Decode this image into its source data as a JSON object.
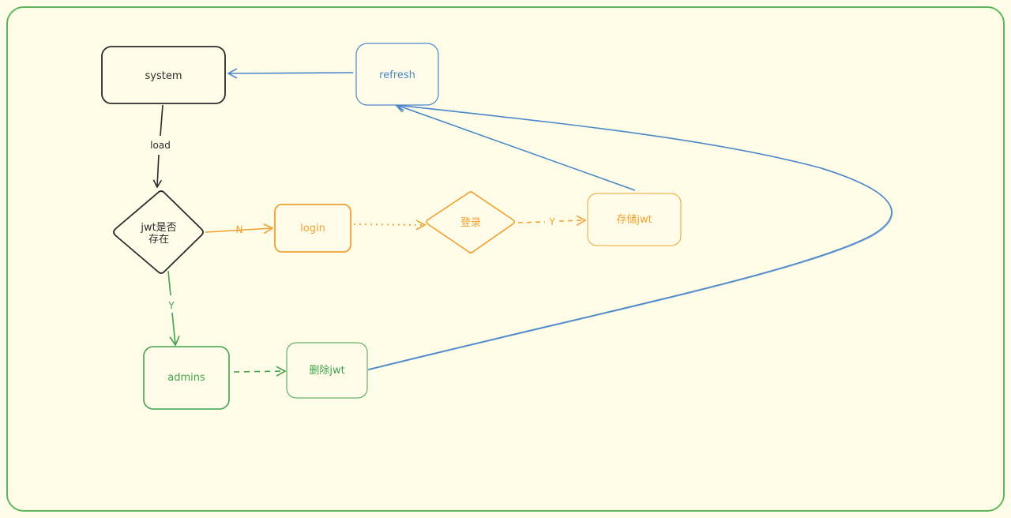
{
  "nodes": {
    "system": {
      "label": "system"
    },
    "refresh": {
      "label": "refresh"
    },
    "jwt_check": {
      "label_line1": "jwt是否",
      "label_line2": "存在"
    },
    "login": {
      "label": "login"
    },
    "login_decision": {
      "label": "登录"
    },
    "store_jwt": {
      "label": "存储jwt"
    },
    "admins": {
      "label": "admins"
    },
    "delete_jwt": {
      "label": "删除jwt"
    }
  },
  "edges": {
    "load": {
      "label": "load"
    },
    "no": {
      "label": "N"
    },
    "yes_login": {
      "label": "Y"
    },
    "yes_admins": {
      "label": "Y"
    }
  },
  "colors": {
    "black": "#2b2b2b",
    "blue": "#4a86c8",
    "orange": "#f0a030",
    "green": "#3fa34d",
    "frame": "#5cb85c",
    "background": "#fffde9"
  }
}
